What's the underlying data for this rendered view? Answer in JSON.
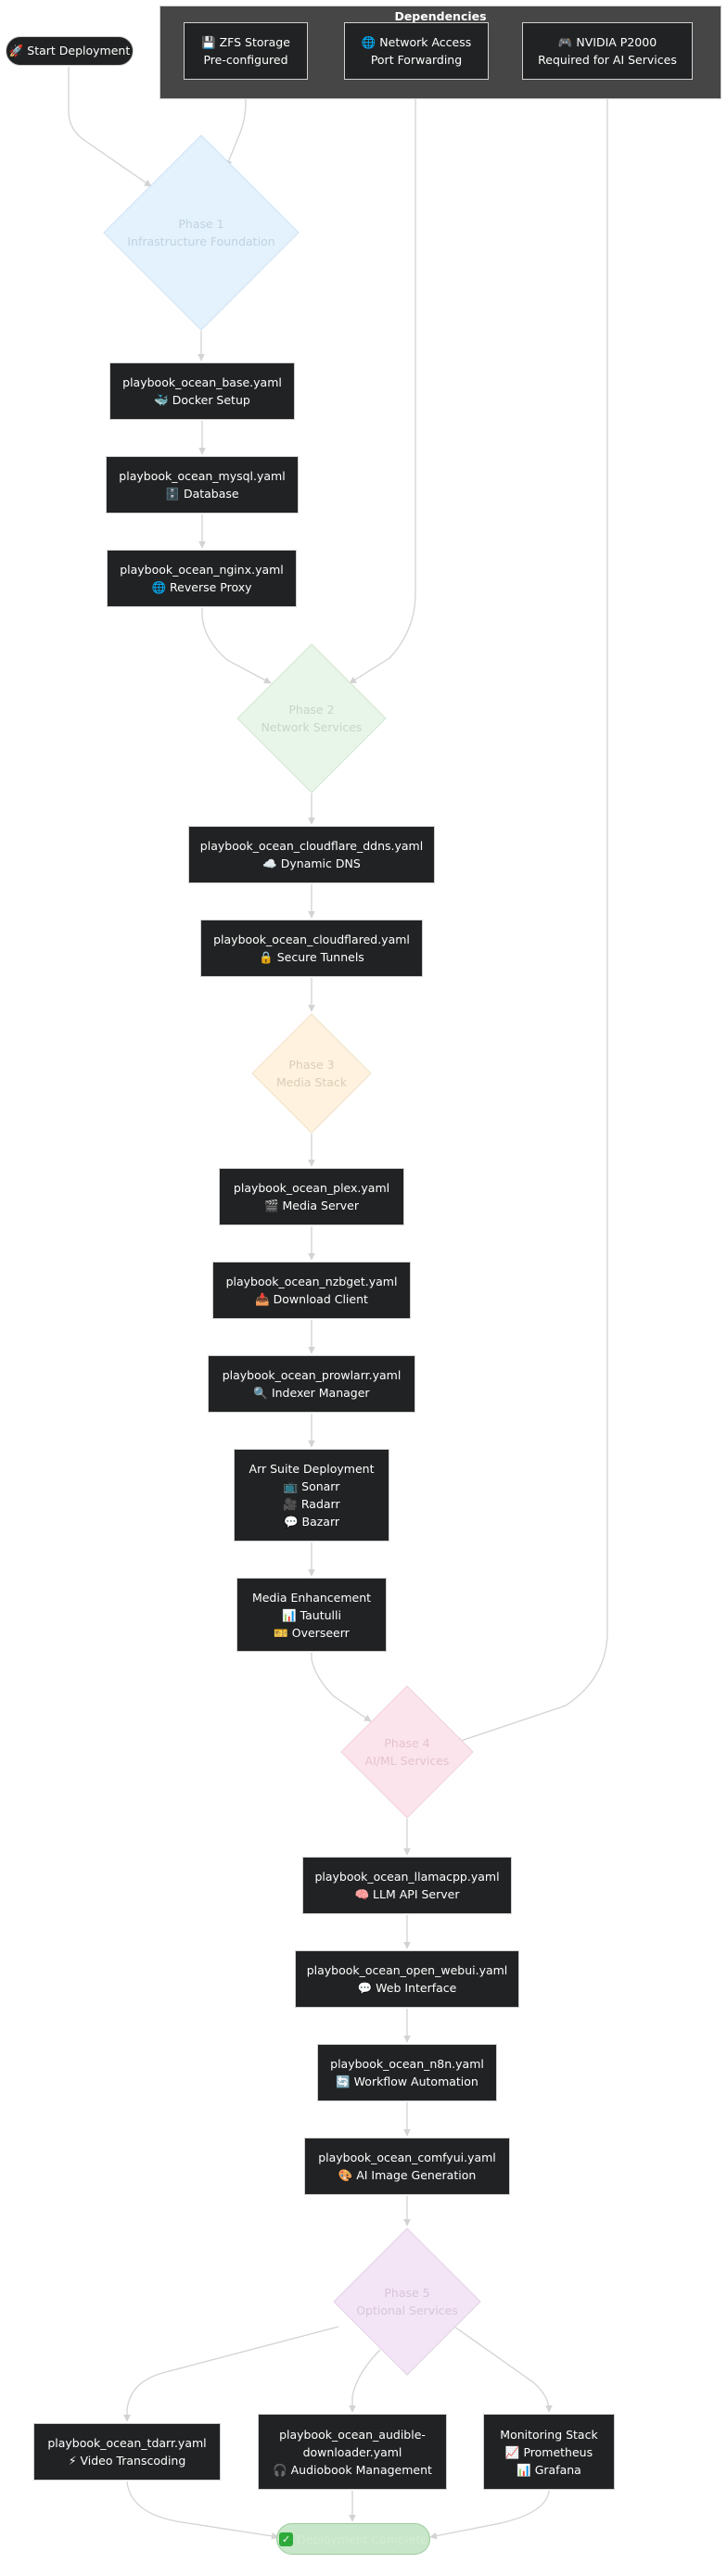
{
  "start": "🚀 Start Deployment",
  "dependencies": {
    "title": "Dependencies",
    "zfs": [
      "💾 ZFS Storage",
      "Pre-configured"
    ],
    "network": [
      "🌐 Network Access",
      "Port Forwarding"
    ],
    "gpu": [
      "🎮 NVIDIA P2000",
      "Required for AI Services"
    ]
  },
  "phases": {
    "p1": [
      "Phase 1",
      "Infrastructure Foundation"
    ],
    "p2": [
      "Phase 2",
      "Network Services"
    ],
    "p3": [
      "Phase 3",
      "Media Stack"
    ],
    "p4": [
      "Phase 4",
      "AI/ML Services"
    ],
    "p5": [
      "Phase 5",
      "Optional Services"
    ]
  },
  "colors": {
    "p1": "#e3f2fd",
    "p2": "#e8f5e9",
    "p3": "#fff3e0",
    "p4": "#fce4ec",
    "p5": "#f3e5f5",
    "node_bg": "#212223",
    "edge": "#d3d3d3",
    "final_bg": "#c8e6c9"
  },
  "playbooks": {
    "base": [
      "playbook_ocean_base.yaml",
      "🐳 Docker Setup"
    ],
    "mysql": [
      "playbook_ocean_mysql.yaml",
      "🗄️ Database"
    ],
    "nginx": [
      "playbook_ocean_nginx.yaml",
      "🌐 Reverse Proxy"
    ],
    "ddns": [
      "playbook_ocean_cloudflare_ddns.yaml",
      "☁️ Dynamic DNS"
    ],
    "tunnel": [
      "playbook_ocean_cloudflared.yaml",
      "🔒 Secure Tunnels"
    ],
    "plex": [
      "playbook_ocean_plex.yaml",
      "🎬 Media Server"
    ],
    "nzbget": [
      "playbook_ocean_nzbget.yaml",
      "📥 Download Client"
    ],
    "prowlarr": [
      "playbook_ocean_prowlarr.yaml",
      "🔍 Indexer Manager"
    ],
    "arr": [
      "Arr Suite Deployment",
      "📺 Sonarr",
      "🎥 Radarr",
      "💬 Bazarr"
    ],
    "enhance": [
      "Media Enhancement",
      "📊 Tautulli",
      "🎫 Overseerr"
    ],
    "llama": [
      "playbook_ocean_llamacpp.yaml",
      "🧠 LLM API Server"
    ],
    "webui": [
      "playbook_ocean_open_webui.yaml",
      "💬 Web Interface"
    ],
    "n8n": [
      "playbook_ocean_n8n.yaml",
      "🔄 Workflow Automation"
    ],
    "comfy": [
      "playbook_ocean_comfyui.yaml",
      "🎨 AI Image Generation"
    ],
    "tdarr": [
      "playbook_ocean_tdarr.yaml",
      "⚡ Video Transcoding"
    ],
    "audible": [
      "playbook_ocean_audible-",
      "downloader.yaml",
      "🎧 Audiobook Management"
    ],
    "monitor": [
      "Monitoring Stack",
      "📈 Prometheus",
      "📊 Grafana"
    ]
  },
  "final": {
    "icon": "✓",
    "label": "Deployment Complete"
  }
}
